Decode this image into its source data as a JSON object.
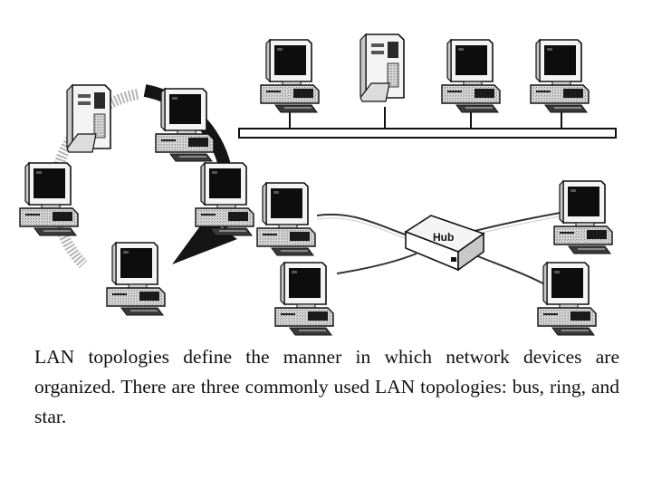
{
  "hub_label": "Hub",
  "caption": "LAN topologies define the manner in which network devices are organized. There are three commonly used LAN topologies: bus, ring, and star.",
  "colors": {
    "ink": "#111111",
    "screen": "#0d0d0d",
    "body": "#f4f4f4",
    "shade": "#c8c8c8",
    "ring_arrow": "#151515",
    "ring_dither": "#b4b4b4"
  },
  "icons": [
    "workstation-icon",
    "server-tower-icon",
    "hub-device-icon",
    "ring-arrow-icon",
    "bus-cable",
    "star-cable"
  ]
}
